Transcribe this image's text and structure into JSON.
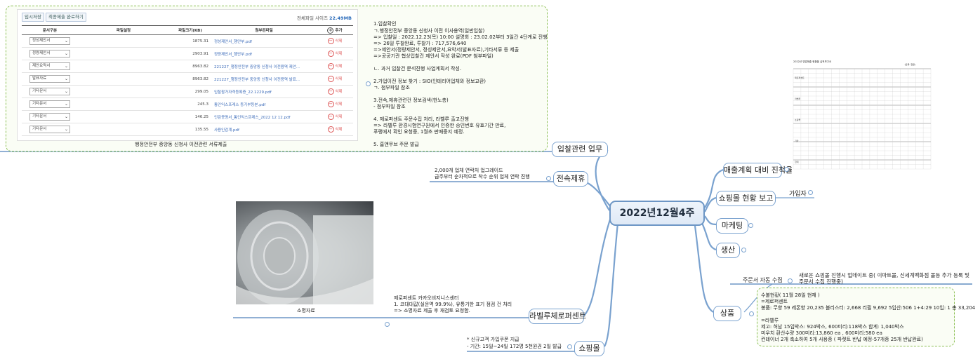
{
  "colors": {
    "branch": "#6d96c5",
    "dashed_border": "#8bbf52",
    "root_fill": "#e6eef8",
    "link_blue": "#3a6ab8",
    "delete_red": "#dd5555"
  },
  "root": {
    "title": "2022년12월4주"
  },
  "branches": {
    "entry": "입찰관련 업무",
    "sales_plan": "매출계획 대비 진척율",
    "mall_report": "쇼핑몰 현황 보고",
    "marketing": "마케팅",
    "production": "생산",
    "product": "상품",
    "continued_partnership": "전속제휴",
    "label_recycling": "라벨루체로퍼센트",
    "shopping_mall": "쇼핑몰"
  },
  "mall_report_child": "가입자",
  "entry_notes": {
    "title": "1.입찰확인",
    "lines": [
      "ㄱ.행정안전부 중앙동 신청사 이전 이사용역(일반입찰)",
      "=> 입찰일 : 2022.12.23(목) 10:00  설명회 : 23.02.02부터 3일간 4단계로 진행",
      "=> 26일 투찰완료, 투찰가 : 717,576,640",
      "=>제안서(정량제안서, 정성제안서,요약서(발표자료),기타서류 등 제출",
      "=>공공기관 협상입찰건 제안서 작성 완료(PDF 첨부파일)",
      "",
      "ㄴ. 과거 입찰건 문석진행  사업계획서 작성.",
      "",
      "2.가업이전 정보 찾기 : SIO(인테리어업체와 정보교환)",
      "  ㄱ. 첨부파일 참조",
      "",
      "3.전속,제휴관련건 정보검색(한노총)",
      "  - 첨부파일 참조",
      "",
      "4. 제로퍼센트 주문수집 처리, 라벨루 출고진행",
      "=> 라벨루 환경시험연구원에서 인증한 승인번호 유효기간 만료,",
      "   푸랭에서 확인 요청중, 1월초 판매중지 예정.",
      "",
      "5. 홈앤무브 주문 발급"
    ]
  },
  "file_panel": {
    "btn_temp_save": "임시저장",
    "btn_final_submit": "최종제출 완료하기",
    "total_size_label": "전체파일 사이즈",
    "total_size_value": "22.49MB",
    "columns": [
      "문서구분",
      "파일설정",
      "파일크기(KB)",
      "첨부된파일",
      "추가"
    ],
    "rows": [
      {
        "type": "정성제안서",
        "size": "1875.31",
        "file": "정성제안서_행안부.pdf",
        "action": "삭제"
      },
      {
        "type": "정량제안서",
        "size": "2903.91",
        "file": "정량제안서_행안부.pdf",
        "action": "삭제"
      },
      {
        "type": "제안요약서",
        "size": "8963.82",
        "file": "221227_행정안전부 중앙동 신청사 이전용역 제안...",
        "action": "삭제"
      },
      {
        "type": "발표자료",
        "size": "8963.82",
        "file": "221227_행정안전부 중앙동 신청사 이전용역 발표...",
        "action": "삭제"
      },
      {
        "type": "기타문서",
        "size": "299.05",
        "file": "입찰참가자격등록증_22.1229.pdf",
        "action": "삭제"
      },
      {
        "type": "기타문서",
        "size": "245.3",
        "file": "통인익스프레스 등기부등본.pdf",
        "action": "삭제"
      },
      {
        "type": "기타문서",
        "size": "146.25",
        "file": "인감증명서_통인익스프레스_2022 12 12.pdf",
        "action": "삭제"
      },
      {
        "type": "기타문서",
        "size": "135.55",
        "file": "사용인감계.pdf",
        "action": "삭제"
      }
    ],
    "caption": "행정안전부 중앙동 신청사 이전관련 서류제출"
  },
  "continued_notes": [
    "2,000개 업체 연락처 업그레이드",
    "급주부터 순차적으로 착수 순위 업체 연락 진행"
  ],
  "photo": {
    "caption": "소명자료"
  },
  "label_notes": [
    "제로퍼센트 카카오비지니스센터",
    "1. 코대대값(실운역 99.9%), 유통기한 표기 점검 건 처리",
    "  => 소명자료 제출 후 재검토 요청함."
  ],
  "shopping_notes": [
    "* 신규고객 가입쿠폰 지급",
    "- 기간: 15일~24일  172명 5천원권 2일 발급"
  ],
  "product_sub": {
    "label": "주문서 자동 수집",
    "desc_lines": [
      "새로운 쇼핑몰 진행시 업데이트 중( 이마트몰, 신세계백화점 몰등 추가 등록 및",
      "주문서 수집 진행중)"
    ]
  },
  "product_notes": [
    "수불현황( 11월 28일 현재 )",
    "=제로퍼센트",
    "봉품: 무향 59 레몬향 20,235 볼리스터: 2,668 리필 9,692  5입산:506 1+4:29 10입: 1 총 33,204",
    "",
    "=라벨루",
    "제고: 허남 15입박스: 924박스, 600미리:118박스 합계: 1,040박스",
    "미우치 환산수량  300미리:13,860 ea , 600미리:580 ea",
    "컨테이너 2개 축소하여 5개 사용중 ( 파렛트 반납 예정-57개중 25개 반납완료)"
  ],
  "sales_table": {
    "title": "2022년 영업매출 현황을 실적보고서",
    "unit": "(단위: 천원)",
    "row_groups": [
      "제로퍼센트",
      "라벨루",
      "쇼핑몰",
      "기타",
      "합계"
    ]
  }
}
